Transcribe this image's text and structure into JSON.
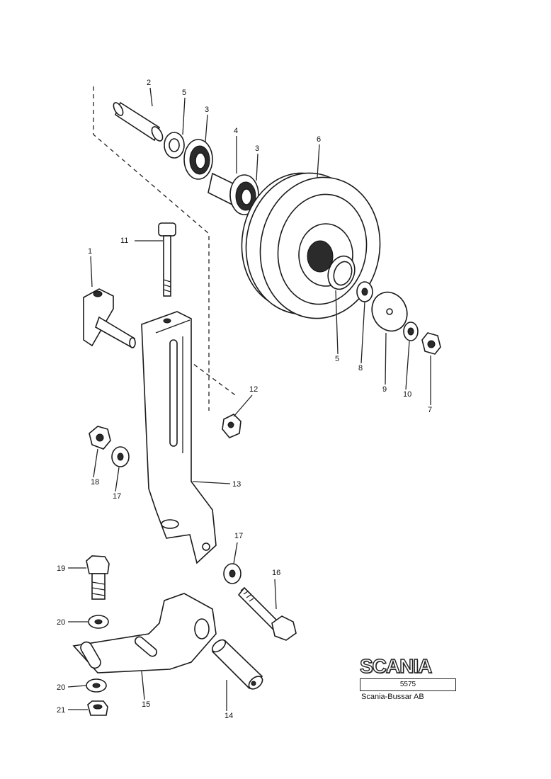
{
  "labels": [
    "2",
    "5",
    "3",
    "4",
    "3",
    "6",
    "11",
    "1",
    "5",
    "8",
    "9",
    "10",
    "7",
    "12",
    "13",
    "18",
    "17",
    "17",
    "16",
    "19",
    "20",
    "15",
    "20",
    "21",
    "14"
  ],
  "brand": {
    "logo": "SCANIA",
    "doc_number": "5575",
    "company": "Scania-Bussar AB"
  }
}
